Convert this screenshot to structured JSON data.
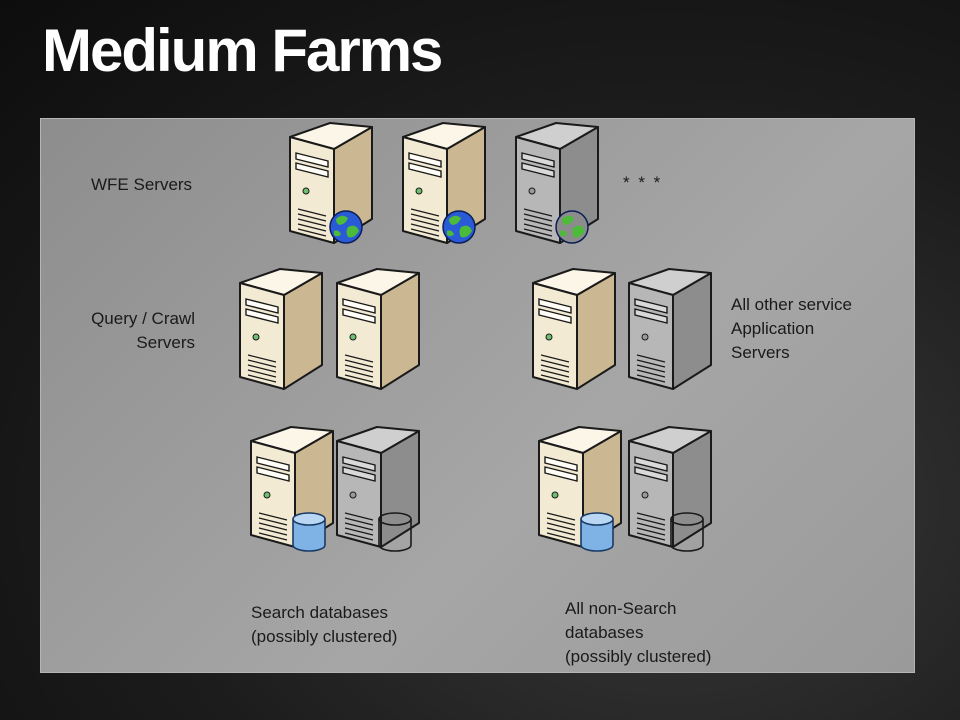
{
  "slide": {
    "title": "Medium Farms"
  },
  "labels": {
    "wfe": "WFE Servers",
    "wfe_more": "* * *",
    "query_line1": "Query / Crawl",
    "query_line2": "Servers",
    "other_line1": "All other service",
    "other_line2": "Application",
    "other_line3": "Servers",
    "search_line1": "Search databases",
    "search_line2": "(possibly clustered)",
    "nonsearch_line1": "All non-Search",
    "nonsearch_line2": "databases",
    "nonsearch_line3": "(possibly clustered)"
  },
  "colors": {
    "server_active_front": "#f3ead3",
    "server_active_side": "#cbb892",
    "server_inactive_front": "#b7b7b7",
    "server_inactive_side": "#8d8d8d",
    "globe_ocean": "#2a5ad6",
    "globe_land": "#4dbb3a",
    "db_cylinder": "#7fb3e6"
  },
  "servers": [
    {
      "group": "wfe",
      "style": "active",
      "badge": "globe-icon"
    },
    {
      "group": "wfe",
      "style": "active",
      "badge": "globe-icon"
    },
    {
      "group": "wfe",
      "style": "inactive",
      "badge": "globe-icon"
    },
    {
      "group": "query-crawl",
      "style": "active",
      "badge": ""
    },
    {
      "group": "query-crawl",
      "style": "active",
      "badge": ""
    },
    {
      "group": "other-service",
      "style": "active",
      "badge": ""
    },
    {
      "group": "other-service",
      "style": "inactive",
      "badge": ""
    },
    {
      "group": "search-db",
      "style": "active",
      "badge": "database-icon"
    },
    {
      "group": "search-db",
      "style": "inactive",
      "badge": "database-icon"
    },
    {
      "group": "nonsearch-db",
      "style": "active",
      "badge": "database-icon"
    },
    {
      "group": "nonsearch-db",
      "style": "inactive",
      "badge": "database-icon"
    }
  ]
}
